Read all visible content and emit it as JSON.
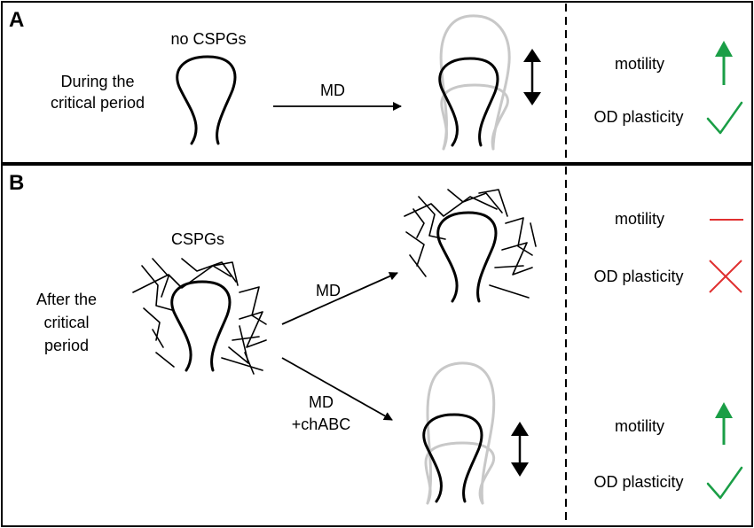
{
  "panels": {
    "a": {
      "letter": "A",
      "condition_line1": "During the",
      "condition_line2": "critical period",
      "spine_label": "no CSPGs",
      "arrow_label": "MD",
      "outcomes": [
        {
          "label": "motility",
          "marker": "up-arrow-icon",
          "color": "#1a9e46"
        },
        {
          "label": "OD plasticity",
          "marker": "check-icon",
          "color": "#1a9e46"
        }
      ]
    },
    "b": {
      "letter": "B",
      "condition_line1": "After the",
      "condition_line2": "critical",
      "condition_line3": "period",
      "spine_label": "CSPGs",
      "upper_arrow_label": "MD",
      "lower_arrow_label_line1": "MD",
      "lower_arrow_label_line2": "+chABC",
      "upper_outcomes": [
        {
          "label": "motility",
          "marker": "dash-icon",
          "color": "#e03030"
        },
        {
          "label": "OD plasticity",
          "marker": "cross-icon",
          "color": "#e03030"
        }
      ],
      "lower_outcomes": [
        {
          "label": "motility",
          "marker": "up-arrow-icon",
          "color": "#1a9e46"
        },
        {
          "label": "OD plasticity",
          "marker": "check-icon",
          "color": "#1a9e46"
        }
      ]
    }
  }
}
